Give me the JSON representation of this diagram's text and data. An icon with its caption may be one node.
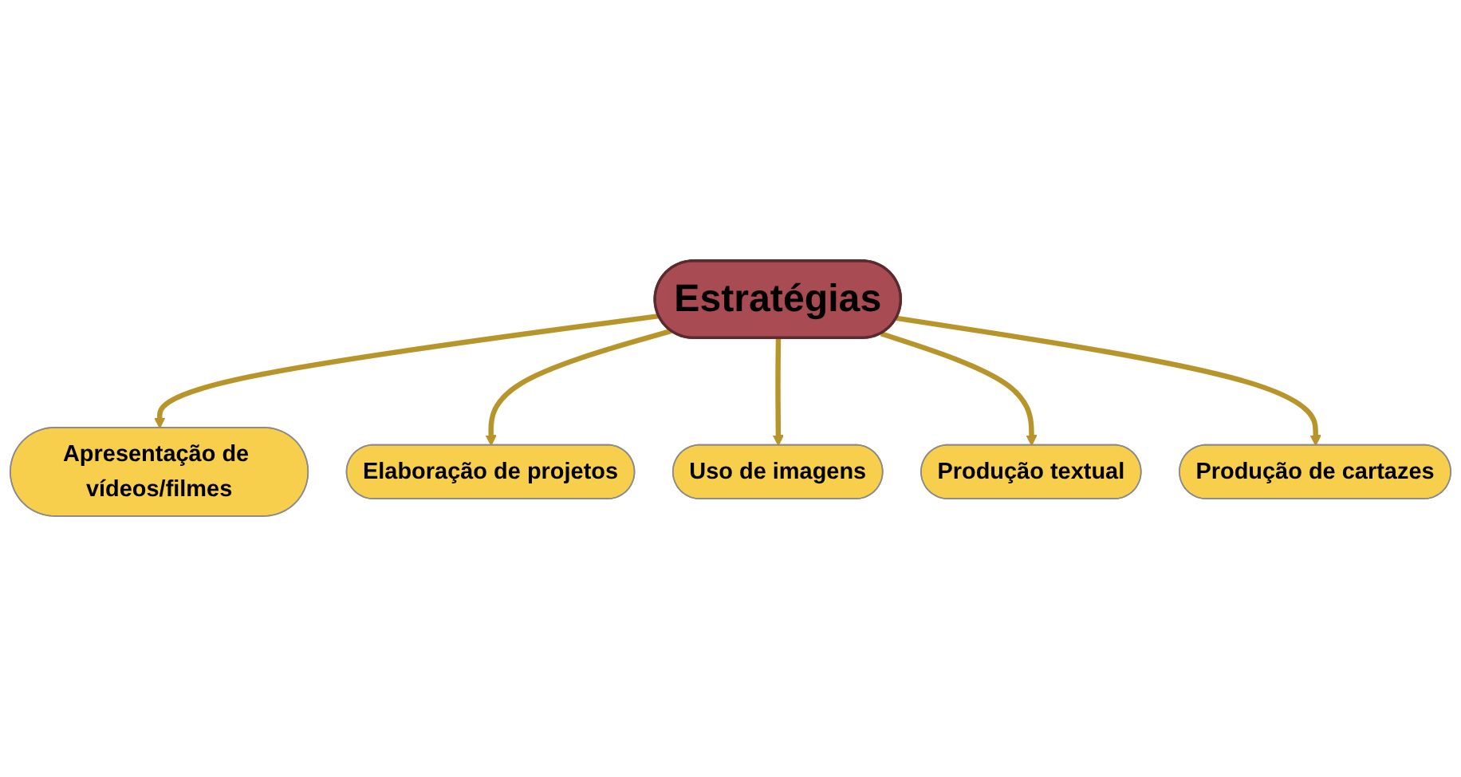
{
  "diagram": {
    "nodes": [
      {
        "text": [
          "Estratégias"
        ]
      },
      {
        "text": [
          "Apresentação de vídeos/filmes"
        ]
      },
      {
        "text": [
          "Elaboração de projetos"
        ]
      },
      {
        "text": [
          "Uso de imagens"
        ]
      },
      {
        "text": [
          "Produção textual"
        ]
      },
      {
        "text": [
          "Produção de cartazes"
        ]
      }
    ],
    "edges": [
      {
        "from": 0,
        "to": 1,
        "arrow": "to"
      },
      {
        "from": 0,
        "to": 2,
        "arrow": "to"
      },
      {
        "from": 0,
        "to": 3,
        "arrow": "to"
      },
      {
        "from": 0,
        "to": 4,
        "arrow": "to"
      },
      {
        "from": 0,
        "to": 5,
        "arrow": "to"
      }
    ]
  }
}
